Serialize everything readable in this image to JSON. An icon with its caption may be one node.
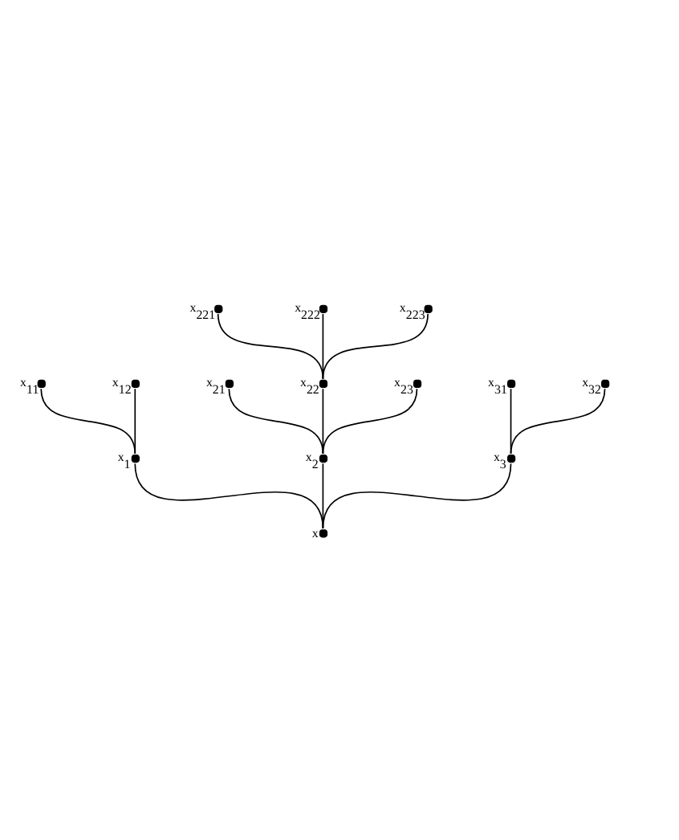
{
  "diagram": {
    "nodes": [
      {
        "text": [
          "x"
        ]
      },
      {
        "text": [
          "x$_{1}$"
        ]
      },
      {
        "text": [
          "x$_{11}$"
        ]
      },
      {
        "text": [
          "x$_{12}$"
        ]
      },
      {
        "text": [
          "x$_{2}$"
        ]
      },
      {
        "text": [
          "x$_{21}$"
        ]
      },
      {
        "text": [
          "x$_{22}$"
        ]
      },
      {
        "text": [
          "x$_{221}$"
        ]
      },
      {
        "text": [
          "x$_{222}$"
        ]
      },
      {
        "text": [
          "x$_{223}$"
        ]
      },
      {
        "text": [
          "x$_{23}$"
        ]
      },
      {
        "text": [
          "x$_{3}$"
        ]
      },
      {
        "text": [
          "x$_{31}$"
        ]
      },
      {
        "text": [
          "x$_{32}$"
        ]
      }
    ],
    "edges": [
      {
        "from": 0,
        "to": 1,
        "arrow": "none"
      },
      {
        "from": 1,
        "to": 2,
        "arrow": "none"
      },
      {
        "from": 1,
        "to": 3,
        "arrow": "none"
      },
      {
        "from": 0,
        "to": 4,
        "arrow": "none"
      },
      {
        "from": 4,
        "to": 5,
        "arrow": "none"
      },
      {
        "from": 4,
        "to": 6,
        "arrow": "none"
      },
      {
        "from": 6,
        "to": 7,
        "arrow": "none"
      },
      {
        "from": 6,
        "to": 8,
        "arrow": "none"
      },
      {
        "from": 6,
        "to": 9,
        "arrow": "none"
      },
      {
        "from": 4,
        "to": 10,
        "arrow": "none"
      },
      {
        "from": 0,
        "to": 11,
        "arrow": "none"
      },
      {
        "from": 11,
        "to": 12,
        "arrow": "none"
      },
      {
        "from": 11,
        "to": 13,
        "arrow": "none"
      }
    ]
  }
}
